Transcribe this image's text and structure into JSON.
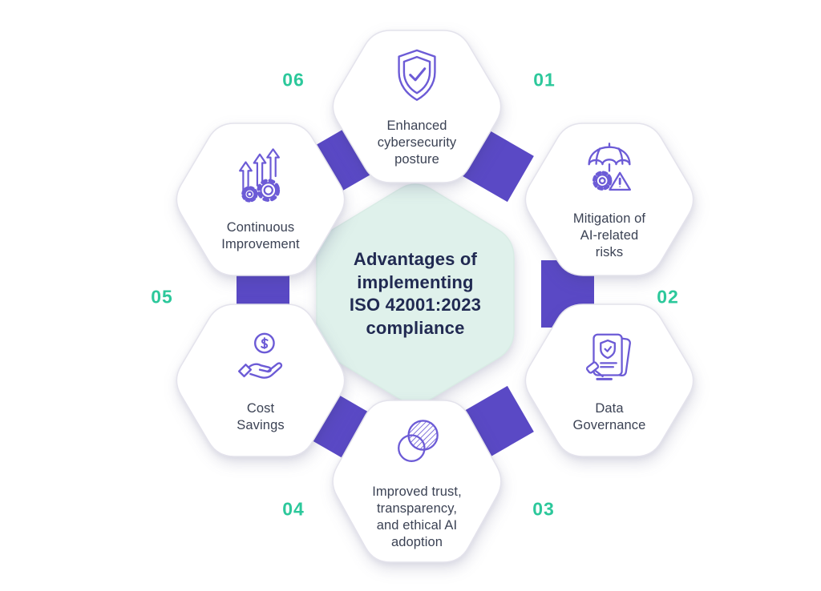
{
  "title": {
    "text": "Advantages of\nimplementing\nISO 42001:2023\ncompliance"
  },
  "items": [
    {
      "number": "01",
      "label": "Enhanced\ncybersecurity\nposture",
      "icon": "shield-check-icon",
      "position": "top"
    },
    {
      "number": "02",
      "label": "Mitigation of\nAI-related\nrisks",
      "icon": "umbrella-gear-risk-icon",
      "position": "top-right"
    },
    {
      "number": "03",
      "label": "Data\nGovernance",
      "icon": "document-shield-gavel-icon",
      "position": "bottom-right"
    },
    {
      "number": "04",
      "label": "Improved trust,\ntransparency,\nand ethical AI\nadoption",
      "icon": "venn-circles-icon",
      "position": "bottom"
    },
    {
      "number": "05",
      "label": "Cost\nSavings",
      "icon": "hand-coin-icon",
      "position": "bottom-left"
    },
    {
      "number": "06",
      "label": "Continuous\nImprovement",
      "icon": "growth-arrows-gears-icon",
      "position": "top-left"
    }
  ],
  "colors": {
    "connector_purple": "#5a49c5",
    "icon_purple": "#6c5bd6",
    "number_teal": "#2cc89b",
    "center_fill": "#dff1eb",
    "title_navy": "#212a52",
    "label_gray": "#3b4254",
    "hex_fill": "#ffffff",
    "hex_border": "#e4e3ec"
  }
}
